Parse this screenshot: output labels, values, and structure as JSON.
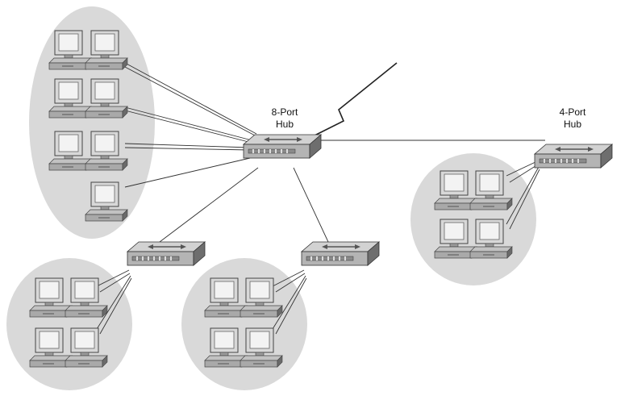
{
  "labels": {
    "hub_8": [
      "8-Port",
      "Hub"
    ],
    "hub_4": [
      "4-Port",
      "Hub"
    ]
  },
  "colors": {
    "group_fill": "#d9d9d9",
    "link": "#333333",
    "hub_top": "#d2d2d2",
    "hub_front": "#b4b4b4",
    "hub_side": "#6e6e6e",
    "monitor_frame": "#d8d8d8",
    "screen": "#f3f3f3",
    "desk": "#a9a9a9"
  },
  "icons": [
    "hub-icon",
    "workstation-icon",
    "wan-link-icon"
  ]
}
